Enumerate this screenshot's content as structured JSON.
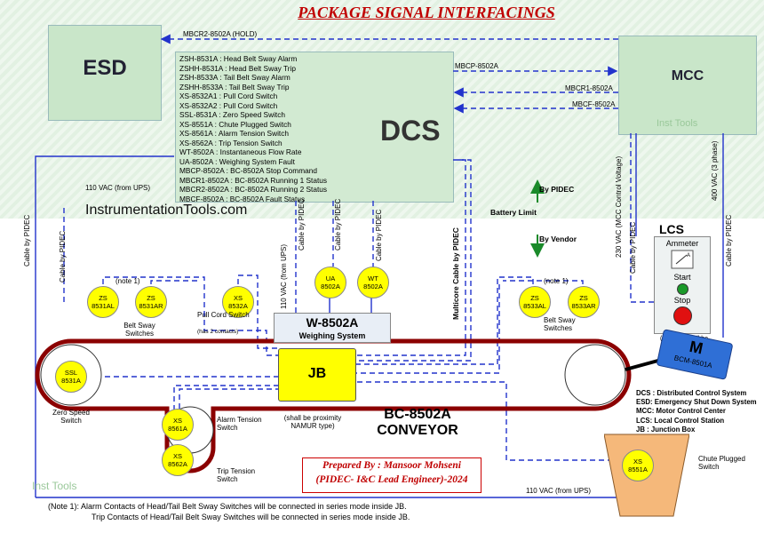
{
  "title": "PACKAGE SIGNAL INTERFACINGS",
  "boxes": {
    "esd": "ESD",
    "dcs": "DCS",
    "mcc": "MCC",
    "lcs": "LCS"
  },
  "dcs_signals": [
    "ZSH-8531A   : Head Belt Sway Alarm",
    "ZSHH-8531A : Head Belt Sway Trip",
    "ZSH-8533A   : Tail Belt Sway Alarm",
    "ZSHH-8533A : Tail Belt Sway Trip",
    "XS-8532A1   : Pull Cord Switch",
    "XS-8532A2   : Pull Cord Switch",
    "SSL-8531A    : Zero Speed Switch",
    "XS-8551A     : Chute Plugged Switch",
    "XS-8561A     : Alarm Tension Switch",
    "XS-8562A     : Trip Tension Switch",
    "WT-8502A    : Instantaneous Flow Rate",
    "UA-8502A     : Weighing System Fault",
    "MBCP-8502A  : BC-8502A Stop Command",
    "MBCR1-8502A : BC-8502A Running 1 Status",
    "MBCR2-8502A : BC-8502A Running 2 Status",
    "MBCF-8502A   : BC-8502A Fault Status"
  ],
  "signals": {
    "mbcr2_hold": "MBCR2-8502A (HOLD)",
    "mbcp": "MBCP-8502A",
    "mbcr1": "MBCR1-8502A",
    "mbcf": "MBCF-8502A"
  },
  "watermark": "Inst Tools",
  "site": "InstrumentationTools.com",
  "labels": {
    "ups_110_top": "110 VAC (from UPS)",
    "ups_110_bottom": "110 VAC (from UPS)",
    "ups_110_vertical": "110 VAC (from UPS)",
    "cable_by_pidec": "Cable by PIDEC",
    "multicore": "Multicore Cable by PIDEC",
    "by_pidec": "By PIDEC",
    "by_vendor": "By Vendor",
    "battery_limit": "Battery Limit",
    "mcc_230": "230 VAC (MCC Control Voltage)",
    "mcc_400": "400 VAC (3 phase)",
    "note1": "(note 1)",
    "belt_sway": "Belt Sway Switches",
    "pull_cord": "Pull Cord Switch",
    "pull_cord_sub": "(has 2 contacts)",
    "zero_speed": "Zero Speed Switch",
    "alarm_tension": "Alarm Tension Switch",
    "trip_tension": "Trip Tension Switch",
    "proximity": "(shall be proximity NAMUR type)",
    "chute": "Chute Plugged Switch",
    "stop_pb": "(Stop PB shall be mushroom type)"
  },
  "instruments": {
    "zs8531al": [
      "ZS",
      "8531AL"
    ],
    "zs8531ar": [
      "ZS",
      "8531AR"
    ],
    "xs8532a": [
      "XS",
      "8532A"
    ],
    "ua8502a": [
      "UA",
      "8502A"
    ],
    "wt8502a": [
      "WT",
      "8502A"
    ],
    "zs8533al": [
      "ZS",
      "8533AL"
    ],
    "zs8533ar": [
      "ZS",
      "8533AR"
    ],
    "ssl8531a": [
      "SSL",
      "8531A"
    ],
    "xs8561a": [
      "XS",
      "8561A"
    ],
    "xs8562a": [
      "XS",
      "8562A"
    ],
    "xs8551a": [
      "XS",
      "8551A"
    ]
  },
  "weighing": {
    "tag": "W-8502A",
    "name": "Weighing System"
  },
  "jb": "JB",
  "lcs_items": {
    "ammeter": "Ammeter",
    "start": "Start",
    "stop": "Stop"
  },
  "motor": {
    "letter": "M",
    "tag": "BCM-8501A"
  },
  "conveyor": [
    "BC-8502A",
    "CONVEYOR"
  ],
  "legend": [
    "DCS : Distributed Control System",
    "ESD: Emergency Shut Down System",
    "MCC: Motor Control Center",
    "LCS: Local Control Station",
    "JB : Junction Box"
  ],
  "prepared": [
    "Prepared By : Mansoor Mohseni",
    "(PIDEC- I&C Lead Engineer)-2024"
  ],
  "notes": [
    "(Note 1):  Alarm Contacts of Head/Tail Belt Sway Switches will be connected in series mode inside JB.",
    "Trip Contacts of Head/Tail Belt Sway Switches will be connected in series mode inside JB."
  ],
  "colors": {
    "title": "#c00000",
    "circle": "#ffff00",
    "motor": "#2f6fd6",
    "line": "#2233cc"
  }
}
